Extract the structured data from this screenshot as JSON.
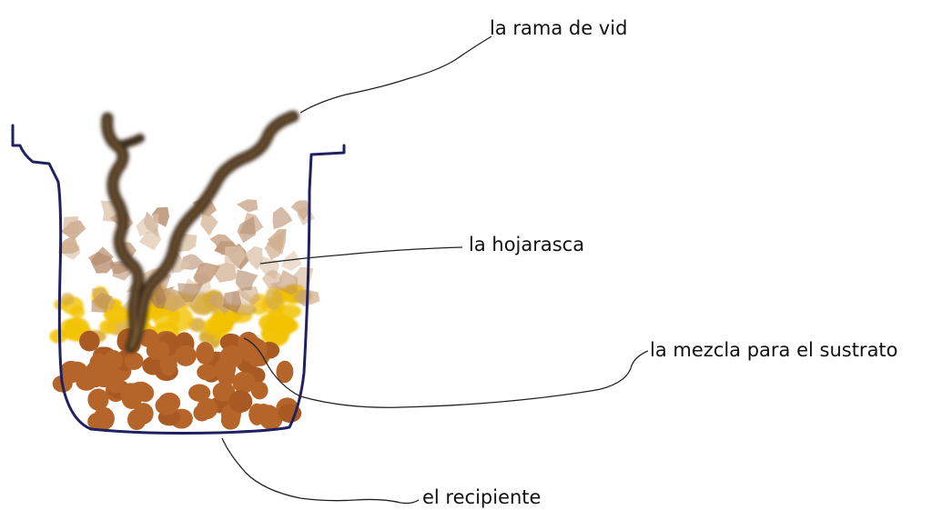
{
  "labels": {
    "branch": "la rama de vid",
    "leaves": "la hojarasca",
    "mix": "la mezcla para el sustrato",
    "container": "el recipiente"
  },
  "colors": {
    "pot_outline": "#1f2160",
    "soil": "#b5652a",
    "yellow_layer": "#f2c200",
    "leaf_litter": "#c9a27e",
    "branch": "#3f2e1c",
    "pointer_line": "#222222"
  }
}
